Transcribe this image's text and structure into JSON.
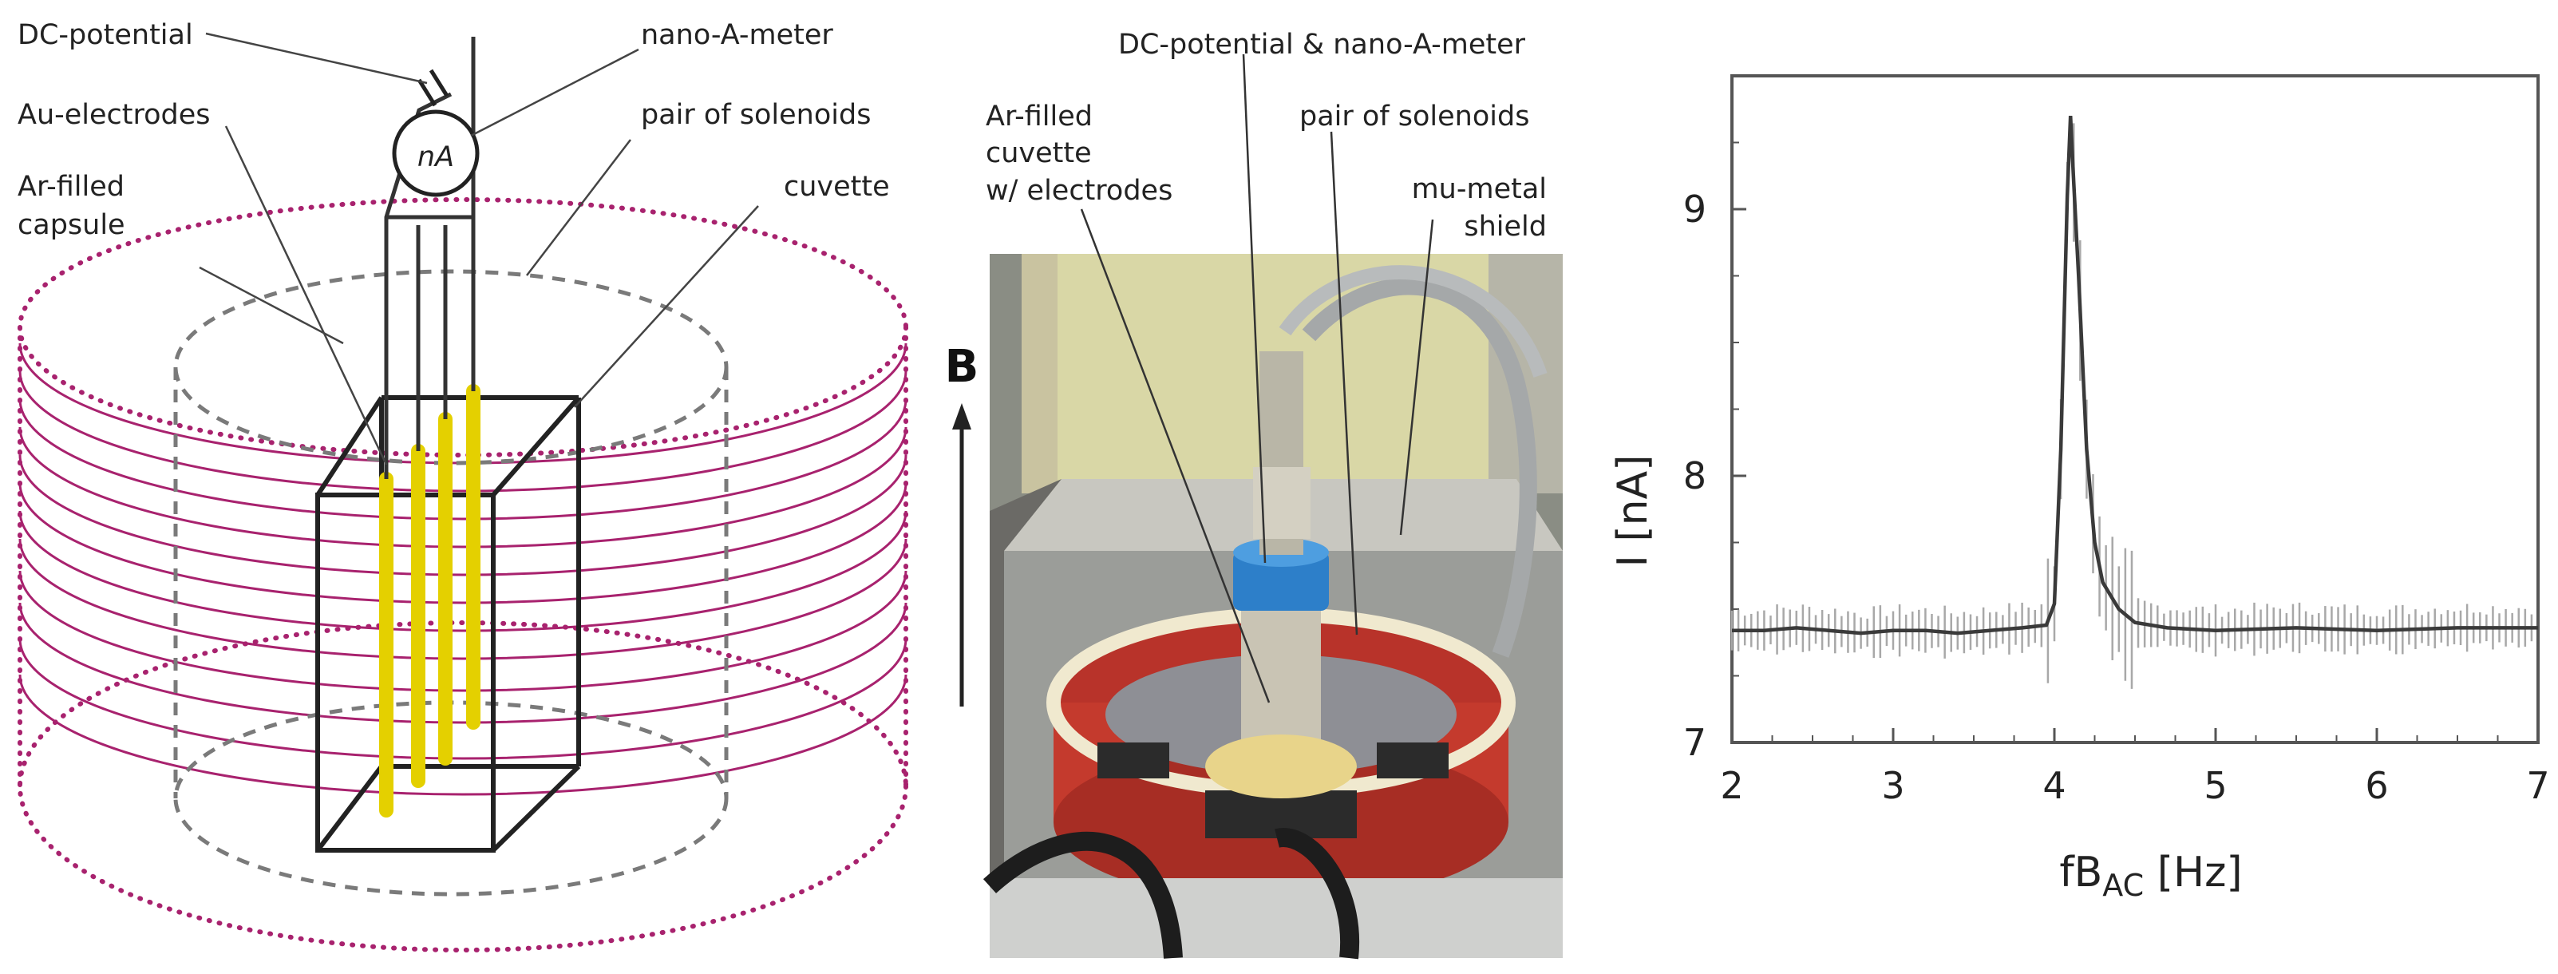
{
  "diagram": {
    "labels": {
      "dc_potential": "DC-potential",
      "nano_a_meter": "nano-A-meter",
      "au_electrodes": "Au-electrodes",
      "pair_of_solenoids": "pair of solenoids",
      "ar_filled_1": "Ar-filled",
      "ar_filled_2": "capsule",
      "cuvette": "cuvette",
      "meter_symbol": "nA"
    }
  },
  "photo": {
    "labels": {
      "dc_and_meter": "DC-potential & nano-A-meter",
      "ar_cuvette_1": "Ar-filled",
      "ar_cuvette_2": "cuvette",
      "ar_cuvette_3": "w/ electrodes",
      "pair_of_solenoids": "pair of solenoids",
      "mu_metal_1": "mu-metal",
      "mu_metal_2": "shield"
    },
    "field_arrow_label": "B"
  },
  "chart_data": {
    "type": "line",
    "xlabel_main": "fB",
    "xlabel_sub": "AC",
    "xlabel_unit": " [Hz]",
    "ylabel": "I [nA]",
    "xlim": [
      2,
      7
    ],
    "ylim": [
      7,
      9.5
    ],
    "xticks": [
      "2",
      "3",
      "4",
      "5",
      "6",
      "7"
    ],
    "yticks": [
      "7",
      "8",
      "9"
    ],
    "series": [
      {
        "x": [
          2.0,
          2.2,
          2.4,
          2.6,
          2.8,
          3.0,
          3.2,
          3.4,
          3.6,
          3.8,
          3.95,
          4.0,
          4.04,
          4.08,
          4.1,
          4.12,
          4.15,
          4.2,
          4.25,
          4.3,
          4.4,
          4.5,
          4.7,
          5.0,
          5.5,
          6.0,
          6.5,
          7.0
        ],
        "y": [
          7.42,
          7.42,
          7.43,
          7.42,
          7.41,
          7.42,
          7.42,
          7.41,
          7.42,
          7.43,
          7.44,
          7.52,
          8.1,
          9.05,
          9.35,
          9.1,
          8.75,
          8.1,
          7.75,
          7.6,
          7.5,
          7.45,
          7.43,
          7.42,
          7.43,
          7.42,
          7.43,
          7.43
        ]
      }
    ]
  }
}
